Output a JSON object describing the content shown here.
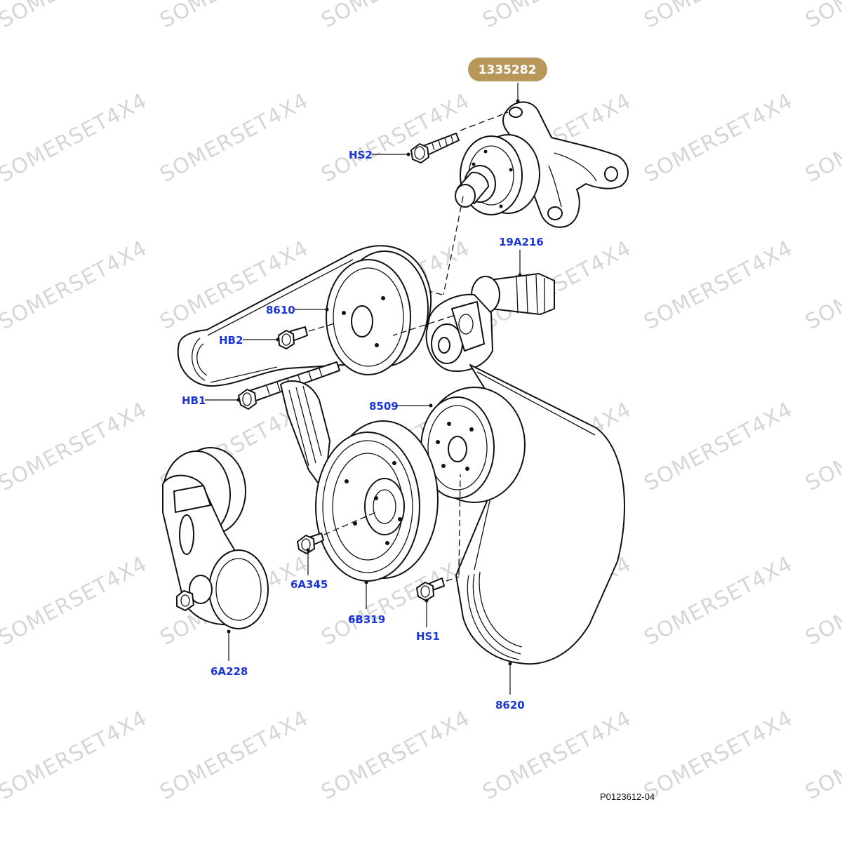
{
  "watermark": {
    "text": "SOMERSET4X4",
    "color": "#d6d6d6"
  },
  "highlight": {
    "part_number": "1335282",
    "badge_color": "#b8975a"
  },
  "callouts": [
    {
      "id": "hs2",
      "label": "HS2"
    },
    {
      "id": "19a216",
      "label": "19A216"
    },
    {
      "id": "8610",
      "label": "8610"
    },
    {
      "id": "hb2",
      "label": "HB2"
    },
    {
      "id": "hb1",
      "label": "HB1"
    },
    {
      "id": "8509",
      "label": "8509"
    },
    {
      "id": "6a345",
      "label": "6A345"
    },
    {
      "id": "6b319",
      "label": "6B319"
    },
    {
      "id": "hs1",
      "label": "HS1"
    },
    {
      "id": "6a228",
      "label": "6A228"
    },
    {
      "id": "8620",
      "label": "8620"
    }
  ],
  "reference_code": "P0123612-04",
  "colors": {
    "callout_text": "#1a35d6",
    "line": "#111111"
  }
}
